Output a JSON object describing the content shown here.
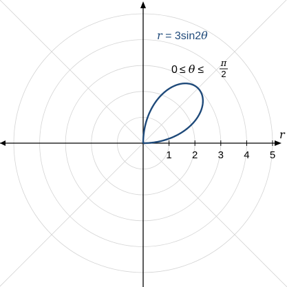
{
  "chart_data": {
    "type": "line",
    "coordinate_system": "polar",
    "equation": {
      "r_symbol": "r",
      "equals_text": " = 3sin2",
      "theta_symbol": "θ"
    },
    "domain": {
      "lower": "0",
      "leq": "≤",
      "theta": "θ",
      "pi": "π",
      "denominator": "2"
    },
    "axis_label": "r",
    "radial_ticks": [
      "1",
      "2",
      "3",
      "4",
      "5"
    ],
    "rings": [
      1,
      2,
      3,
      4,
      5
    ],
    "spoke_angles_deg": [
      45,
      135,
      225,
      315
    ],
    "curve": {
      "amplitude": 3,
      "frequency": 2,
      "theta_min": 0,
      "theta_max": 1.5708
    },
    "colors": {
      "curve": "#1f4a7a",
      "axis": "#000000",
      "grid": "#d4d4d4",
      "equation_text": "#1f4a7a"
    }
  }
}
